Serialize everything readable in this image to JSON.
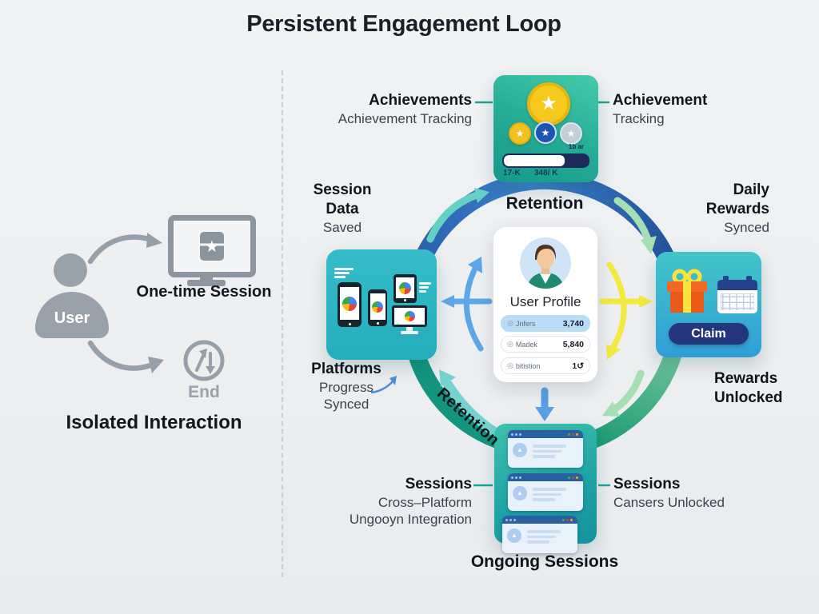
{
  "title": "Persistent Engagement Loop",
  "left_panel": {
    "user_label": "User",
    "session_label": "One-time Session",
    "end_label": "End",
    "heading": "Isolated Interaction"
  },
  "loop": {
    "achievements_card": {
      "mini_caption": "1b ar",
      "progress_pct": 72,
      "stat_left": "17-K",
      "stat_right": "348/ K"
    },
    "rewards_card": {
      "claim_label": "Claim"
    },
    "profile_card": {
      "title": "User Profile",
      "stats": [
        {
          "label": "Jnfers",
          "value": "3,740"
        },
        {
          "label": "Madek",
          "value": "5,840"
        },
        {
          "label": "bitistion",
          "value": "1↺"
        }
      ]
    },
    "callouts": {
      "achievements": {
        "title": "Achievements",
        "subtitle": "Achievement Tracking"
      },
      "achievement": {
        "title": "Achievement",
        "subtitle": "Tracking"
      },
      "retention_top": "Retention",
      "daily_rewards": {
        "line1": "Daily",
        "line2": "Rewards",
        "line3": "Synced"
      },
      "rewards_unlocked": {
        "line1": "Rewards",
        "line2": "Unlocked"
      },
      "session_data": {
        "line1": "Session",
        "line2": "Data",
        "line3": "Saved"
      },
      "platforms": {
        "line1": "Platforms",
        "line2": "Progress",
        "line3": "Synced"
      },
      "sessions_left": {
        "title": "Sessions",
        "line1": "Cross–Platform",
        "line2": "Ungooyn Integration"
      },
      "sessions_right": {
        "title": "Sessions",
        "subtitle": "Cansers Unlocked"
      },
      "ongoing": "Ongoing Sessions",
      "retention_rotated": "Retention"
    }
  },
  "colors": {
    "ring_blue": "#2a60ae",
    "ring_green_light": "#a5dcb2",
    "ring_green_dark": "#1d9b74",
    "ring_teal": "#14957e",
    "accent_yellow": "#f2ea3f",
    "accent_blue": "#5da7e8",
    "navy": "#1e2a5a",
    "card_teal": "#23ab94"
  }
}
